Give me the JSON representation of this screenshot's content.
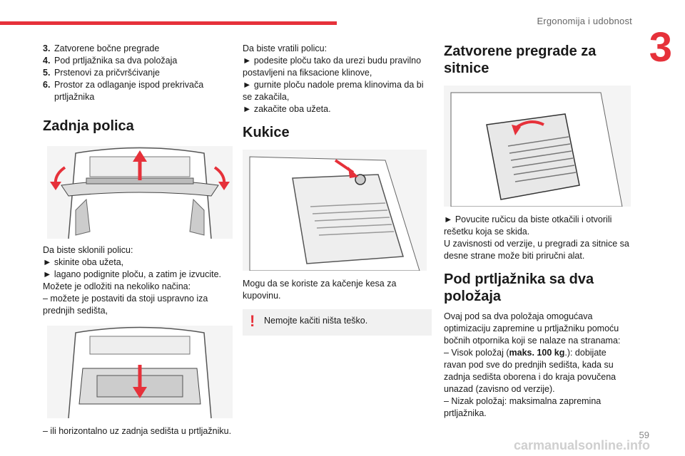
{
  "header": {
    "title": "Ergonomija i udobnost",
    "chapter": "3"
  },
  "col1": {
    "list": [
      {
        "num": "3.",
        "text": "Zatvorene bočne pregrade"
      },
      {
        "num": "4.",
        "text": "Pod prtljažnika sa dva položaja"
      },
      {
        "num": "5.",
        "text": "Prstenovi za pričvršćivanje"
      },
      {
        "num": "6.",
        "text": "Prostor za odlaganje ispod prekrivača prtljažnika"
      }
    ],
    "heading": "Zadnja polica",
    "para1": [
      "Da biste sklonili policu:",
      "► skinite oba užeta,",
      "► lagano podignite ploču, a zatim je izvucite.",
      "Možete je odložiti na nekoliko načina:",
      "– možete je postaviti da stoji uspravno iza prednjih sedišta,"
    ],
    "para2": "– ili horizontalno uz zadnja sedišta u prtljažniku."
  },
  "col2": {
    "para1": [
      "Da biste vratili policu:",
      "► podesite ploču tako da urezi budu pravilno postavljeni na fiksacione klinove,",
      "► gurnite ploču nadole prema klinovima da bi se zakačila,",
      "► zakačite oba užeta."
    ],
    "heading": "Kukice",
    "para2": "Mogu da se koriste za kačenje kesa za kupovinu.",
    "warning": "Nemojte kačiti ništa teško."
  },
  "col3": {
    "heading": "Zatvorene pregrade za sitnice",
    "para1": [
      "► Povucite ručicu da biste otkačili i otvorili rešetku koja se skida.",
      "U zavisnosti od verzije, u pregradi za sitnice sa desne strane može biti priručni alat."
    ],
    "heading2": "Pod prtljažnika sa dva položaja",
    "para2": "Ovaj pod sa dva položaja omogućava optimizaciju zapremine u prtljažniku pomoću bočnih otpornika koji se nalaze na stranama:",
    "item1_pre": "– Visok položaj (",
    "item1_bold": "maks. 100 kg",
    "item1_post": ".): dobijate ravan pod sve do prednjih sedišta, kada su zadnja sedišta oborena i do kraja povučena unazad (zavisno od verzije).",
    "item2": "– Nizak položaj: maksimalna zapremina prtljažnika."
  },
  "footer": {
    "page": "59",
    "watermark": "carmanualsonline.info"
  }
}
